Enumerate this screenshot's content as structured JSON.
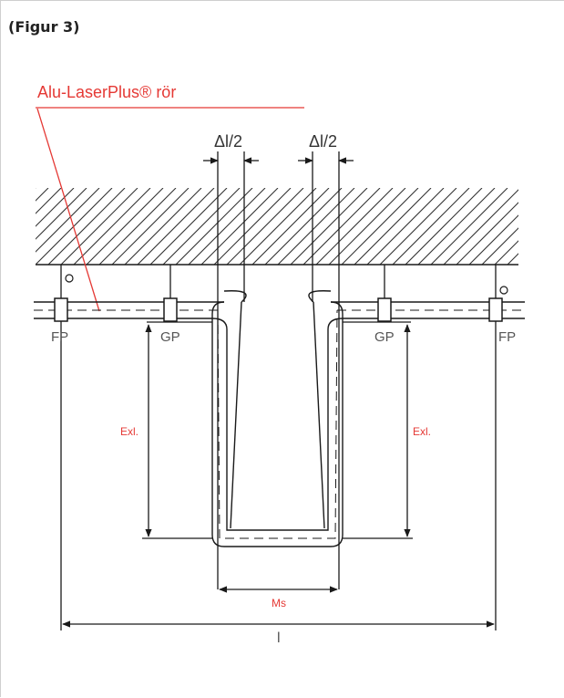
{
  "figure": {
    "title": "(Figur 3)",
    "pipe_label": "Alu-LaserPlus® rör",
    "labels": {
      "delta_left": "Δl/2",
      "delta_right": "Δl/2",
      "fp_left": "FP",
      "gp_left": "GP",
      "gp_right": "GP",
      "fp_right": "FP",
      "exl_left": "Exl.",
      "exl_right": "Exl.",
      "ms": "Ms",
      "l": "l"
    },
    "colors": {
      "line": "#1a1a1a",
      "label": "#555555",
      "accent_red": "#e53935",
      "hatch": "#333333"
    }
  }
}
